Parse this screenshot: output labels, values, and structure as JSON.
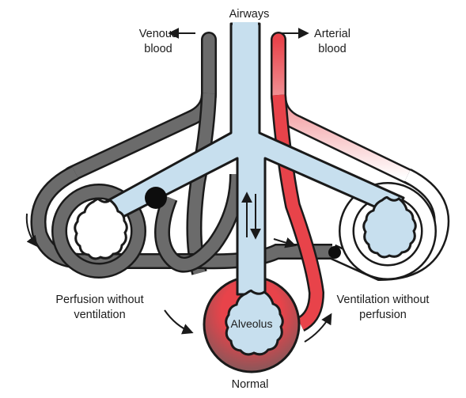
{
  "labels": {
    "airways": "Airways",
    "venous_1": "Venous",
    "venous_2": "blood",
    "arterial_1": "Arterial",
    "arterial_2": "blood",
    "perfusion_1": "Perfusion without",
    "perfusion_2": "ventilation",
    "ventilation_1": "Ventilation without",
    "ventilation_2": "perfusion",
    "alveolus": "Alveolus",
    "normal": "Normal"
  },
  "colors": {
    "airway_fill": "#c7dfee",
    "venous_vessel": "#6b6b6b",
    "arterial_vessel": "#e8434a",
    "outline": "#1a1a1a",
    "obstruction": "#0d0d0d"
  }
}
